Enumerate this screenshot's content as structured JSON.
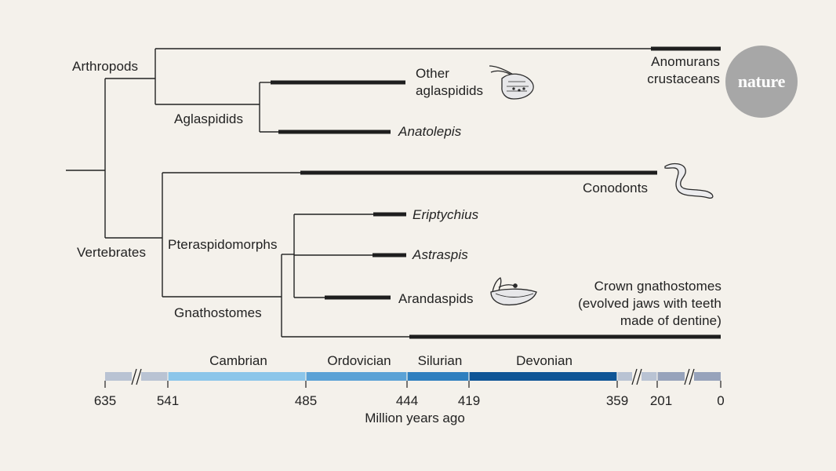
{
  "clade_labels": {
    "arthropods": "Arthropods",
    "aglaspidids": "Aglaspidids",
    "vertebrates": "Vertebrates",
    "pteraspidomorphs": "Pteraspidomorphs",
    "gnathostomes": "Gnathostomes"
  },
  "taxa": {
    "anomurans_line1": "Anomurans",
    "anomurans_line2": "crustaceans",
    "other_aglaspidids_line1": "Other",
    "other_aglaspidids_line2": "aglaspidids",
    "anatolepis": "Anatolepis",
    "conodonts": "Conodonts",
    "eriptychius": "Eriptychius",
    "astraspis": "Astraspis",
    "arandaspids": "Arandaspids",
    "crown_gnathostomes_line1": "Crown gnathostomes",
    "crown_gnathostomes_line2": "(evolved jaws with teeth",
    "crown_gnathostomes_line3": "made of dentine)"
  },
  "timescale": {
    "axis_title": "Million years ago",
    "ticks": [
      "635",
      "541",
      "485",
      "444",
      "419",
      "359",
      "201",
      "0"
    ],
    "periods": [
      {
        "name": "Cambrian",
        "start": 541,
        "end": 485,
        "color": "#8cc6ea"
      },
      {
        "name": "Ordovician",
        "start": 485,
        "end": 444,
        "color": "#5ba2d6"
      },
      {
        "name": "Silurian",
        "start": 444,
        "end": 419,
        "color": "#2f7fbf"
      },
      {
        "name": "Devonian",
        "start": 419,
        "end": 359,
        "color": "#0f5596"
      }
    ],
    "other_color_light": "#b9c3d3",
    "other_color_mid": "#97a3bb"
  },
  "logo": {
    "text": "nature"
  },
  "colors": {
    "background": "#f4f1eb",
    "range_bar": "#1e1e1e",
    "branch": "#222222"
  }
}
